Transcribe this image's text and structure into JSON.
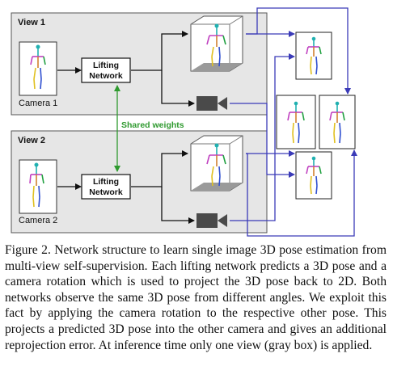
{
  "figure": {
    "view1_label": "View 1",
    "view2_label": "View 2",
    "camera1_label": "Camera 1",
    "camera2_label": "Camera 2",
    "network_line1": "Lifting",
    "network_line2": "Network",
    "shared_weights": "Shared weights",
    "colors": {
      "view_box_fill": "#e6e6e6",
      "arrow_black": "#111111",
      "arrow_blue": "#3b3bb8",
      "shared_green": "#2f9a2f"
    }
  },
  "caption": {
    "text": "Figure 2. Network structure to learn single image 3D pose estimation from multi-view self-supervision. Each lifting network predicts a 3D pose and a camera rotation which is used to project the 3D pose back to 2D. Both networks observe the same 3D pose from different angles. We exploit this fact by applying the camera rotation to the respective other pose. This projects a predicted 3D pose into the other camera and gives an additional reprojection error. At inference time only one view (gray box) is applied."
  }
}
